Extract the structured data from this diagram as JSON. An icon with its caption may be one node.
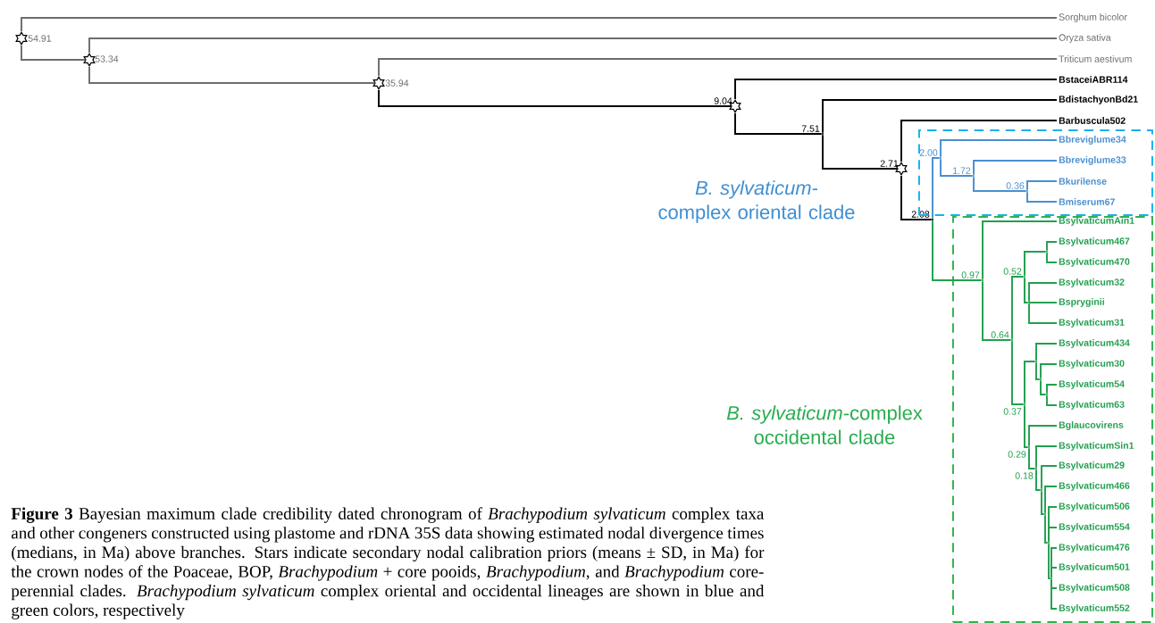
{
  "diagram": {
    "caption": "**Figure 3** Bayesian maximum clade credibility dated chronogram of *Brachypodium sylvaticum* complex taxa and other congeners constructed using plastome and rDNA 35S data showing estimated nodal divergence times (medians, in Ma) above branches. Stars indicate secondary nodal calibration priors (means ± SD, in Ma) for the crown nodes of the Poaceae, BOP, *Brachypodium* + core pooids, *Brachypodium*, and *Brachypodium* core-perennial clades. *Brachypodium sylvaticum* complex oriental and occidental lineages are shown in blue and green colors, respectively",
    "nodes": [
      {
        "text": [],
        "shape": "star",
        "beside": [
          "54.91"
        ]
      },
      {
        "text": [
          "Sorghum bicolor"
        ]
      },
      {
        "text": [],
        "shape": "star",
        "beside": [
          "53.34"
        ]
      },
      {
        "text": [
          "Oryza sativa"
        ]
      },
      {
        "text": [],
        "shape": "star",
        "beside": [
          "35.94"
        ]
      },
      {
        "text": [
          "Triticum aestivum"
        ]
      },
      {
        "text": [],
        "shape": "star",
        "beside": [
          "9.04"
        ]
      },
      {
        "text": [
          "BstaceiABR114"
        ]
      },
      {
        "text": [],
        "shape": "point",
        "beside": [
          "7.51"
        ]
      },
      {
        "text": [
          "BdistachyonBd21"
        ]
      },
      {
        "text": [],
        "shape": "star",
        "beside": [
          "2.71"
        ]
      },
      {
        "text": [
          "Barbuscula502"
        ]
      },
      {
        "text": [],
        "shape": "point",
        "beside": [
          "2.08"
        ]
      },
      {
        "text": [],
        "shape": "box"
      },
      {
        "text": [],
        "shape": "point",
        "beside": [
          "2.00"
        ],
        "in": 13
      },
      {
        "text": [
          "Bbreviglume34"
        ],
        "in": 13
      },
      {
        "text": [],
        "shape": "point",
        "beside": [
          "1.72"
        ],
        "in": 13
      },
      {
        "text": [
          "Bbreviglume33"
        ],
        "in": 13
      },
      {
        "text": [],
        "shape": "point",
        "beside": [
          "0.36"
        ],
        "in": 13
      },
      {
        "text": [
          "Bkurilense"
        ],
        "in": 13
      },
      {
        "text": [
          "Bmiserum67"
        ],
        "in": 13
      },
      {
        "text": [],
        "shape": "box"
      },
      {
        "text": [],
        "shape": "point",
        "beside": [
          "0.97"
        ],
        "in": 21
      },
      {
        "text": [
          "BsylvaticumAin1"
        ],
        "in": 21
      },
      {
        "text": [],
        "shape": "point",
        "beside": [
          "0.64"
        ],
        "in": 21
      },
      {
        "text": [],
        "shape": "point",
        "beside": [
          "0.52"
        ],
        "in": 21
      },
      {
        "text": [],
        "shape": "point",
        "in": 21
      },
      {
        "text": [
          "Bsylvaticum467"
        ],
        "in": 21
      },
      {
        "text": [
          "Bsylvaticum470"
        ],
        "in": 21
      },
      {
        "text": [],
        "shape": "point",
        "in": 21
      },
      {
        "text": [
          "Bsylvaticum32"
        ],
        "in": 21
      },
      {
        "text": [
          "Bspryginii"
        ],
        "in": 21
      },
      {
        "text": [
          "Bsylvaticum31"
        ],
        "in": 21
      },
      {
        "text": [],
        "shape": "point",
        "beside": [
          "0.37"
        ],
        "in": 21
      },
      {
        "text": [],
        "shape": "point",
        "in": 21
      },
      {
        "text": [
          "Bsylvaticum434"
        ],
        "in": 21
      },
      {
        "text": [],
        "shape": "point",
        "in": 21
      },
      {
        "text": [
          "Bsylvaticum30"
        ],
        "in": 21
      },
      {
        "text": [],
        "shape": "point",
        "in": 21
      },
      {
        "text": [
          "Bsylvaticum54"
        ],
        "in": 21
      },
      {
        "text": [
          "Bsylvaticum63"
        ],
        "in": 21
      },
      {
        "text": [],
        "shape": "point",
        "beside": [
          "0.29"
        ],
        "in": 21
      },
      {
        "text": [
          "Bglaucovirens"
        ],
        "in": 21
      },
      {
        "text": [],
        "shape": "point",
        "beside": [
          "0.18"
        ],
        "in": 21
      },
      {
        "text": [
          "BsylvaticumSin1"
        ],
        "in": 21
      },
      {
        "text": [],
        "shape": "point",
        "in": 21
      },
      {
        "text": [
          "Bsylvaticum29"
        ],
        "in": 21
      },
      {
        "text": [],
        "shape": "point",
        "in": 21
      },
      {
        "text": [
          "Bsylvaticum466"
        ],
        "in": 21
      },
      {
        "text": [],
        "shape": "point",
        "in": 21
      },
      {
        "text": [
          "Bsylvaticum506"
        ],
        "in": 21
      },
      {
        "text": [
          "Bsylvaticum554"
        ],
        "in": 21
      },
      {
        "text": [],
        "shape": "point",
        "in": 21
      },
      {
        "text": [
          "Bsylvaticum476"
        ],
        "in": 21
      },
      {
        "text": [
          "Bsylvaticum501"
        ],
        "in": 21
      },
      {
        "text": [
          "Bsylvaticum508"
        ],
        "in": 21
      },
      {
        "text": [
          "Bsylvaticum552"
        ],
        "in": 21
      }
    ],
    "edges": [
      {
        "from": 0,
        "to": 1,
        "arrow": "none",
        "color": "#6d6d6d"
      },
      {
        "from": 0,
        "to": 2,
        "arrow": "none",
        "color": "#6d6d6d"
      },
      {
        "from": 2,
        "to": 3,
        "arrow": "none",
        "color": "#6d6d6d"
      },
      {
        "from": 2,
        "to": 4,
        "arrow": "none",
        "color": "#6d6d6d"
      },
      {
        "from": 4,
        "to": 5,
        "arrow": "none",
        "color": "#6d6d6d"
      },
      {
        "from": 4,
        "to": 6,
        "arrow": "none",
        "color": "#000000"
      },
      {
        "from": 6,
        "to": 7,
        "arrow": "none",
        "color": "#000000"
      },
      {
        "from": 6,
        "to": 8,
        "arrow": "none",
        "color": "#000000"
      },
      {
        "from": 8,
        "to": 9,
        "arrow": "none",
        "color": "#000000"
      },
      {
        "from": 8,
        "to": 10,
        "arrow": "none",
        "color": "#000000"
      },
      {
        "from": 10,
        "to": 11,
        "arrow": "none",
        "color": "#000000"
      },
      {
        "from": 10,
        "to": 12,
        "arrow": "none",
        "color": "#000000"
      },
      {
        "from": 12,
        "to": 14,
        "arrow": "none",
        "color": "#4a8fd0"
      },
      {
        "from": 12,
        "to": 22,
        "arrow": "none"
      },
      {
        "from": 14,
        "to": 15,
        "arrow": "none",
        "color": "#4a8fd0"
      },
      {
        "from": 14,
        "to": 16,
        "arrow": "none",
        "color": "#4a8fd0"
      },
      {
        "from": 16,
        "to": 17,
        "arrow": "none",
        "color": "#4a8fd0"
      },
      {
        "from": 16,
        "to": 18,
        "arrow": "none",
        "color": "#4a8fd0"
      },
      {
        "from": 18,
        "to": 19,
        "arrow": "none",
        "color": "#4a8fd0"
      },
      {
        "from": 18,
        "to": 20,
        "arrow": "none",
        "color": "#4a8fd0"
      },
      {
        "from": 22,
        "to": 23,
        "arrow": "none"
      },
      {
        "from": 22,
        "to": 24,
        "arrow": "none"
      },
      {
        "from": 24,
        "to": 25,
        "arrow": "none"
      },
      {
        "from": 24,
        "to": 33,
        "arrow": "none"
      },
      {
        "from": 25,
        "to": 26,
        "arrow": "none"
      },
      {
        "from": 25,
        "to": 29,
        "arrow": "none"
      },
      {
        "from": 26,
        "to": 27,
        "arrow": "none"
      },
      {
        "from": 26,
        "to": 28,
        "arrow": "none"
      },
      {
        "from": 29,
        "to": 30,
        "arrow": "none"
      },
      {
        "from": 29,
        "to": 31,
        "arrow": "none"
      },
      {
        "from": 29,
        "to": 32,
        "arrow": "none"
      },
      {
        "from": 33,
        "to": 34,
        "arrow": "none"
      },
      {
        "from": 33,
        "to": 41,
        "arrow": "none"
      },
      {
        "from": 34,
        "to": 35,
        "arrow": "none"
      },
      {
        "from": 34,
        "to": 36,
        "arrow": "none"
      },
      {
        "from": 36,
        "to": 37,
        "arrow": "none"
      },
      {
        "from": 36,
        "to": 38,
        "arrow": "none"
      },
      {
        "from": 38,
        "to": 39,
        "arrow": "none"
      },
      {
        "from": 38,
        "to": 40,
        "arrow": "none"
      },
      {
        "from": 41,
        "to": 42,
        "arrow": "none"
      },
      {
        "from": 41,
        "to": 43,
        "arrow": "none"
      },
      {
        "from": 43,
        "to": 44,
        "arrow": "none"
      },
      {
        "from": 43,
        "to": 45,
        "arrow": "none"
      },
      {
        "from": 45,
        "to": 46,
        "arrow": "none"
      },
      {
        "from": 45,
        "to": 47,
        "arrow": "none"
      },
      {
        "from": 47,
        "to": 48,
        "arrow": "none"
      },
      {
        "from": 47,
        "to": 49,
        "arrow": "none"
      },
      {
        "from": 49,
        "to": 50,
        "arrow": "none"
      },
      {
        "from": 49,
        "to": 51,
        "arrow": "none"
      },
      {
        "from": 49,
        "to": 52,
        "arrow": "none"
      },
      {
        "from": 52,
        "to": 53,
        "arrow": "none"
      },
      {
        "from": 52,
        "to": 54,
        "arrow": "none"
      },
      {
        "from": 52,
        "to": 55,
        "arrow": "none"
      },
      {
        "from": 52,
        "to": 56,
        "arrow": "none"
      }
    ],
    "labels": [
      "*B. sylvaticum*-complex oriental clade",
      "*B. sylvaticum*-complex occidental clade"
    ]
  }
}
